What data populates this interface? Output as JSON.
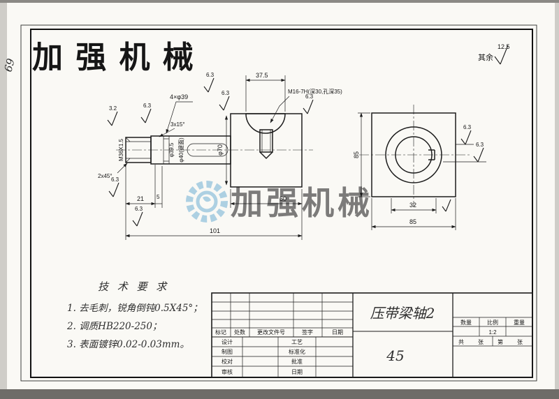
{
  "page": {
    "red_logo": "加 强 机 械",
    "margin_note": "69",
    "corner_label": "其余",
    "corner_value": "12.5"
  },
  "watermark": {
    "text": "加强机械"
  },
  "roughness": {
    "v63": "6.3",
    "v32": "3.2"
  },
  "front_view": {
    "dim_width_top": "37.5",
    "thread_hole_note": "M16-7H(深30,孔深35)",
    "holes_note": "4×φ39",
    "chamfer_note_1": "3x15°",
    "chamfer_note_2": "2x45°",
    "thread_label": "M36X1.5",
    "groove_dia": "φ39.5",
    "shaft_dia": "φ40(键面)",
    "body_dia": "φ70",
    "len_21": "21",
    "len_5": "5",
    "len_60": "60",
    "len_101": "101"
  },
  "side_view": {
    "dim_height": "85",
    "dim_key": "32",
    "dim_width": "85"
  },
  "tech_req": {
    "title": "技 术 要 求",
    "item1": "1. 去毛刺，锐角倒钝0.5X45°；",
    "item2": "2. 调质HB220-250；",
    "item3": "3. 表面镀锌0.02-0.03mm。"
  },
  "title_block": {
    "part_name": "压带梁轴2",
    "material": "45",
    "rev": {
      "mark": "标记",
      "count": "处数",
      "file": "更改文件号",
      "sign": "签字",
      "date": "日期"
    },
    "sign": {
      "design": "设计",
      "craft": "工艺",
      "draft": "制图",
      "standard": "标准化",
      "check": "校对",
      "approve": "批准",
      "audit": "审核",
      "date": "日期"
    },
    "qty": {
      "quantity": "数量",
      "scale": "比例",
      "weight": "重量",
      "scale_value": "1:2"
    },
    "sheet": {
      "total": "共",
      "sheet1": "张",
      "page": "第",
      "sheet2": "张"
    }
  }
}
